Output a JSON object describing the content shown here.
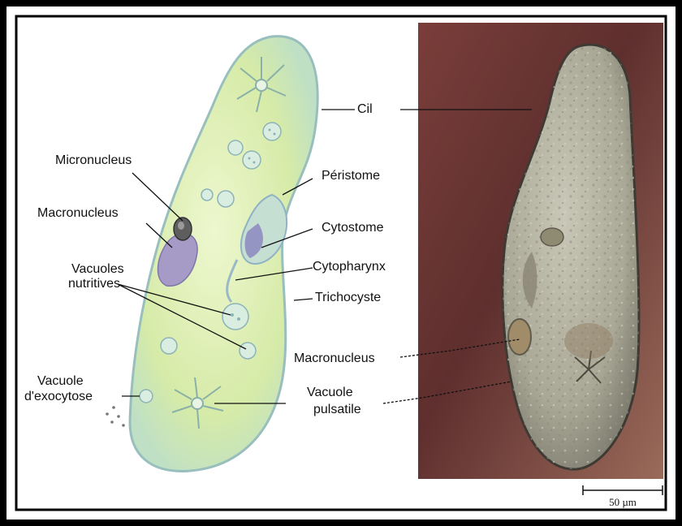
{
  "labels": {
    "cil": "Cil",
    "micronucleus": "Micronucleus",
    "peristome": "Péristome",
    "macronucleus_left": "Macronucleus",
    "cytostome": "Cytostome",
    "vacuoles_line1": "Vacuoles",
    "vacuoles_line2": "nutritives",
    "cytopharynx": "Cytopharynx",
    "trichocyste": "Trichocyste",
    "macronucleus_right": "Macronucleus",
    "exocytose_line1": "Vacuole",
    "exocytose_line2": "d'exocytose",
    "pulsatile_line1": "Vacuole",
    "pulsatile_line2": "pulsatile"
  },
  "scale_bar": {
    "label": "50 µm"
  },
  "colors": {
    "frame": "#000000",
    "cell_fill": "#d9ecb0",
    "cell_outline": "#9fc3bf",
    "photo_bg": "#6e3a34",
    "specimen": "#b9b6a5"
  }
}
